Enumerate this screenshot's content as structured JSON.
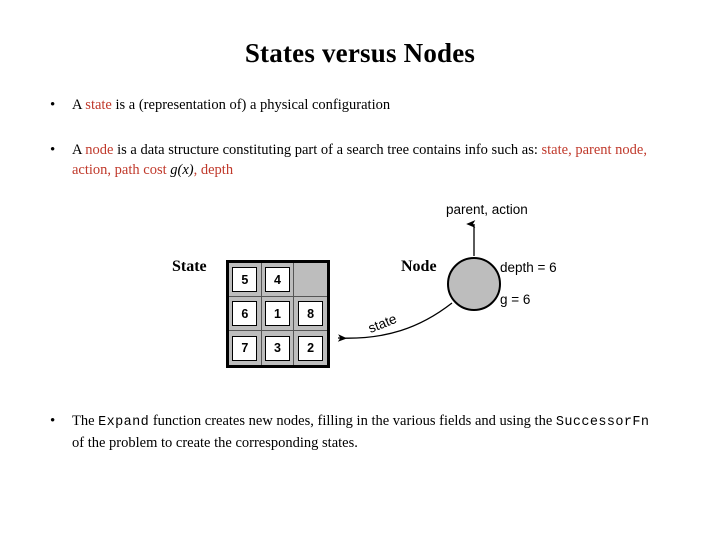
{
  "slide": {
    "title": "States versus Nodes"
  },
  "bullets": [
    {
      "marker": "•",
      "segments": [
        {
          "text": "A ",
          "style": "plain"
        },
        {
          "text": "state",
          "style": "red"
        },
        {
          "text": " is a (representation of) a physical configuration",
          "style": "plain"
        }
      ]
    },
    {
      "marker": "•",
      "segments": [
        {
          "text": "A ",
          "style": "plain"
        },
        {
          "text": "node",
          "style": "red"
        },
        {
          "text": " is a data structure constituting part of a search tree contains info such as: ",
          "style": "plain"
        },
        {
          "text": "state, parent node, action, path cost ",
          "style": "red"
        },
        {
          "text": "g(x)",
          "style": "italic"
        },
        {
          "text": ", depth",
          "style": "red"
        }
      ]
    },
    {
      "marker": "•",
      "segments": [
        {
          "text": "The ",
          "style": "plain"
        },
        {
          "text": "Expand",
          "style": "mono"
        },
        {
          "text": " function creates new nodes, filling in the various fields and using the ",
          "style": "plain"
        },
        {
          "text": "SuccessorFn",
          "style": "mono"
        },
        {
          "text": " of the problem to create the corresponding states.",
          "style": "plain"
        }
      ]
    }
  ],
  "bullet_text": {
    "first_full": "A state is a (representation of) a physical configuration",
    "second_full": "A node is a data structure constituting part of a search tree contains info such as: state, parent node, action, path cost g(x), depth",
    "third_full": "The Expand function creates new nodes, filling in the various fields and using the SuccessorFn of the problem to create the corresponding states."
  },
  "diagram": {
    "state_label": "State",
    "node_label": "Node",
    "parent_action_label": "parent, action",
    "depth_label": "depth = 6",
    "g_label": "g = 6",
    "state_edge_label": "state",
    "puzzle": {
      "rows": [
        [
          "5",
          "4",
          ""
        ],
        [
          "6",
          "1",
          "8"
        ],
        [
          "7",
          "3",
          "2"
        ]
      ]
    },
    "colors": {
      "grid_background": "#bdbdbd",
      "tile_fill": "#ffffff",
      "node_fill": "#bdbdbd",
      "outline": "#000000",
      "highlight_red": "#c0392b"
    }
  }
}
